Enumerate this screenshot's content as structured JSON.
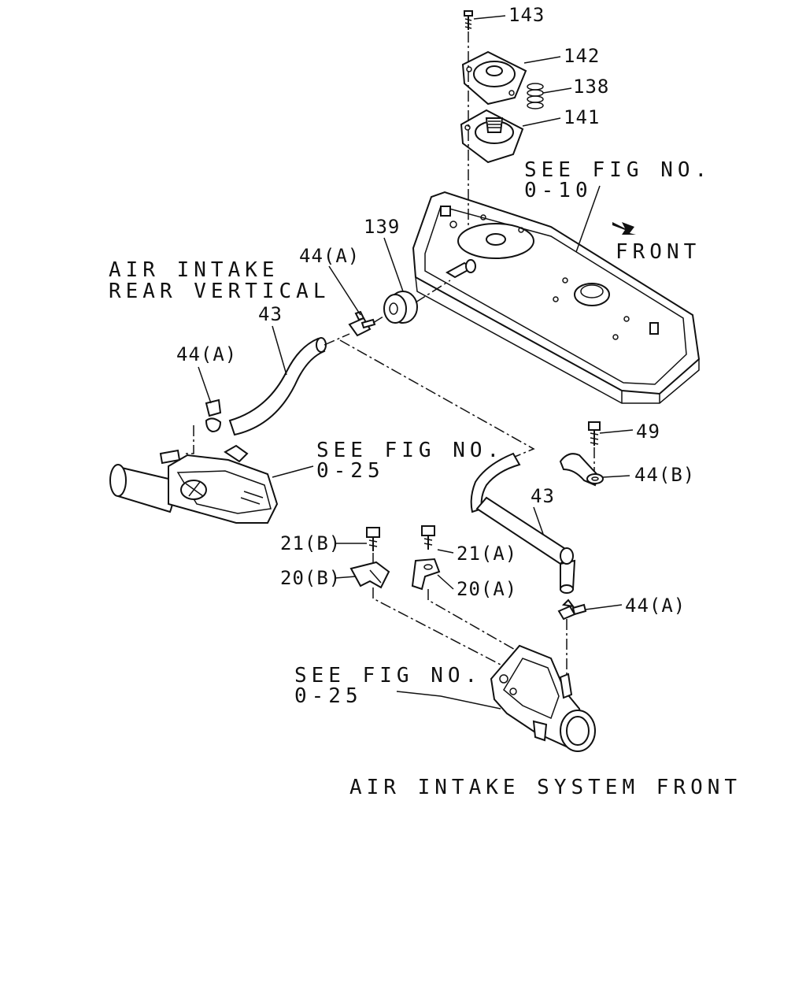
{
  "diagram": {
    "part_labels": {
      "p143": "143",
      "p142": "142",
      "p138": "138",
      "p141": "141",
      "p139": "139",
      "p44a_top": "44(A)",
      "p43_upper": "43",
      "p44a_left": "44(A)",
      "p49": "49",
      "p44b": "44(B)",
      "p43_lower": "43",
      "p21b": "21(B)",
      "p21a": "21(A)",
      "p20b": "20(B)",
      "p20a": "20(A)",
      "p44a_right": "44(A)"
    },
    "references": {
      "fig_0_10_line1": "SEE FIG NO.",
      "fig_0_10_line2": "0-10",
      "fig_0_25_upper_line1": "SEE FIG NO.",
      "fig_0_25_upper_line2": "0-25",
      "fig_0_25_lower_line1": "SEE FIG NO.",
      "fig_0_25_lower_line2": "0-25"
    },
    "captions": {
      "rear_line1": "AIR INTAKE",
      "rear_line2": "REAR VERTICAL",
      "front": "AIR INTAKE SYSTEM FRONT",
      "direction": "FRONT"
    }
  }
}
